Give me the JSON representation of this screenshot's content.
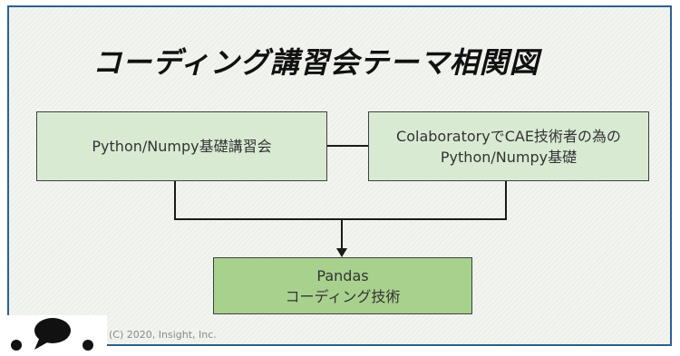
{
  "title": "コーディング講習会テーマ相関図",
  "nodes": {
    "left": {
      "lines": [
        "Python/Numpy基礎講習会"
      ]
    },
    "right": {
      "lines": [
        "ColaboratoryでCAE技術者の為の",
        "Python/Numpy基礎"
      ]
    },
    "bottom": {
      "lines": [
        "Pandas",
        "コーディング技術"
      ]
    }
  },
  "copyright": "(C) 2020, Insight, Inc.",
  "colors": {
    "box_light": "#d9ead3",
    "box_dark": "#a9d18e",
    "frame_border": "#2e5f8f",
    "line": "#1a1a1a"
  },
  "logo": {
    "icon": "chat-bubble-icon"
  }
}
